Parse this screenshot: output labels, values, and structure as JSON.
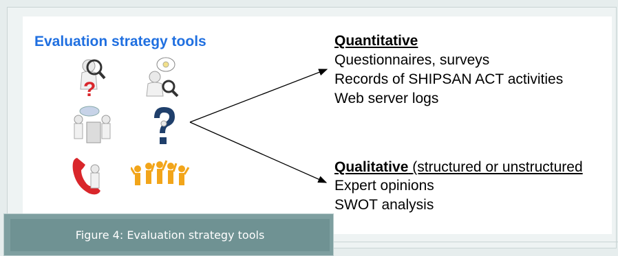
{
  "tools": {
    "title": "Evaluation strategy tools",
    "icons": [
      "magnifier-question-icon",
      "lightbulb-magnifier-icon",
      "team-sorting-icon",
      "question-mark-figure-icon",
      "telephone-figure-icon",
      "celebrating-team-icon"
    ]
  },
  "quantitative": {
    "heading": "Quantitative",
    "items": [
      "Questionnaires, surveys",
      "Records of SHIPSAN ACT activities",
      "Web server logs"
    ]
  },
  "qualitative": {
    "heading": "Qualitative",
    "note": "(structured or unstructured",
    "items": [
      "Expert opinions",
      "SWOT analysis"
    ]
  },
  "caption": {
    "text": "Figure 4: Evaluation strategy tools"
  },
  "colors": {
    "title": "#1f6fe0",
    "caption_bg": "#6f9293",
    "icon_red": "#d9262b",
    "icon_blue": "#1f3f6b"
  }
}
